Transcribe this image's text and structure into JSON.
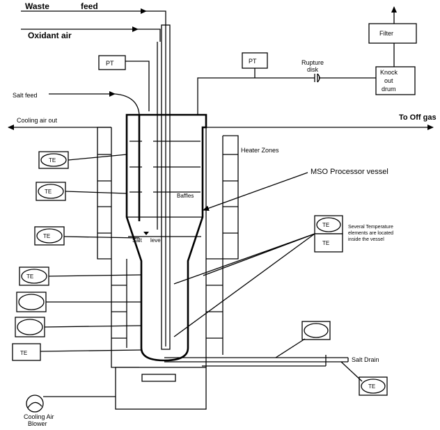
{
  "labels": {
    "waste": "Waste",
    "feed": "feed",
    "oxidant_air": "Oxidant air",
    "salt_feed": "Salt feed",
    "cooling_air_out": "Cooling air out",
    "pt": "PT",
    "rupture_disk_1": "Rupture",
    "rupture_disk_2": "disk",
    "filter": "Filter",
    "knock_out_drum_1": "Knock",
    "knock_out_drum_2": "out",
    "knock_out_drum_3": "drum",
    "to_off_gas": "To Off gas",
    "heater_zones": "Heater Zones",
    "mso_vessel": "MSO Processor vessel",
    "baffles": "Baffles",
    "salt_level_1": "Salt",
    "salt_level_2": "leve",
    "te": "TE",
    "several_te_1": "Several Temperature",
    "several_te_2": "elements are located",
    "several_te_3": "inside the vessel",
    "salt_drain": "Salt Drain",
    "cooling_air_blower_1": "Cooling Air",
    "cooling_air_blower_2": "Blower"
  }
}
